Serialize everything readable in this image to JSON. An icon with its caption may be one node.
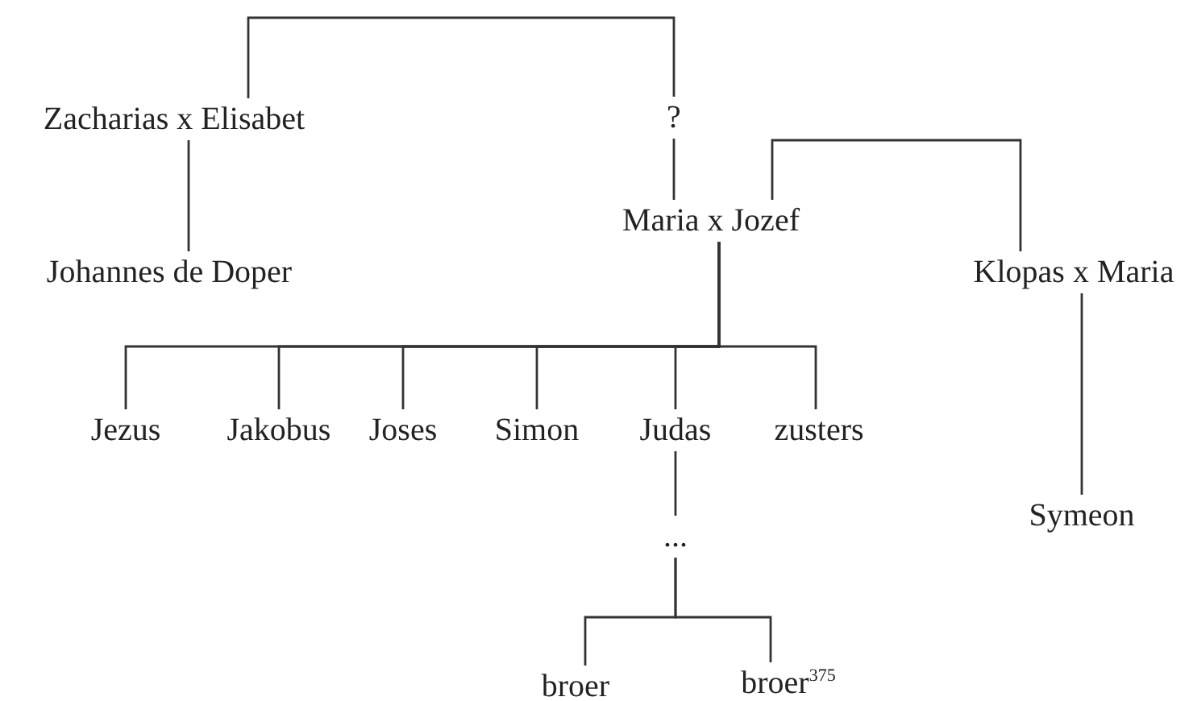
{
  "diagram": {
    "nodes": [
      {
        "text": [
          "Zacharias x Elisabet"
        ]
      },
      {
        "text": [
          "?"
        ]
      },
      {
        "text": [
          "Maria x Jozef"
        ]
      },
      {
        "text": [
          "Johannes de Doper"
        ]
      },
      {
        "text": [
          "Klopas x Maria"
        ]
      },
      {
        "text": [
          "Jezus"
        ]
      },
      {
        "text": [
          "Jakobus"
        ]
      },
      {
        "text": [
          "Joses"
        ]
      },
      {
        "text": [
          "Simon"
        ]
      },
      {
        "text": [
          "Judas"
        ]
      },
      {
        "text": [
          "zusters"
        ]
      },
      {
        "text": [
          "..."
        ]
      },
      {
        "text": [
          "Symeon"
        ]
      },
      {
        "text": [
          "broer"
        ]
      },
      {
        "text": [
          "broer$^{375}$"
        ]
      }
    ],
    "edges": [
      {
        "from": 0,
        "to": 1,
        "arrow": "none"
      },
      {
        "from": 1,
        "to": 2,
        "arrow": "none"
      },
      {
        "from": 2,
        "to": 4,
        "arrow": "none"
      },
      {
        "from": 0,
        "to": 3,
        "arrow": "none"
      },
      {
        "from": 2,
        "to": 5,
        "arrow": "none"
      },
      {
        "from": 2,
        "to": 6,
        "arrow": "none"
      },
      {
        "from": 2,
        "to": 7,
        "arrow": "none"
      },
      {
        "from": 2,
        "to": 8,
        "arrow": "none"
      },
      {
        "from": 2,
        "to": 9,
        "arrow": "none"
      },
      {
        "from": 2,
        "to": 10,
        "arrow": "none"
      },
      {
        "from": 9,
        "to": 11,
        "arrow": "none"
      },
      {
        "from": 4,
        "to": 12,
        "arrow": "none"
      },
      {
        "from": 11,
        "to": 13,
        "arrow": "none"
      },
      {
        "from": 11,
        "to": 14,
        "arrow": "none"
      }
    ]
  }
}
